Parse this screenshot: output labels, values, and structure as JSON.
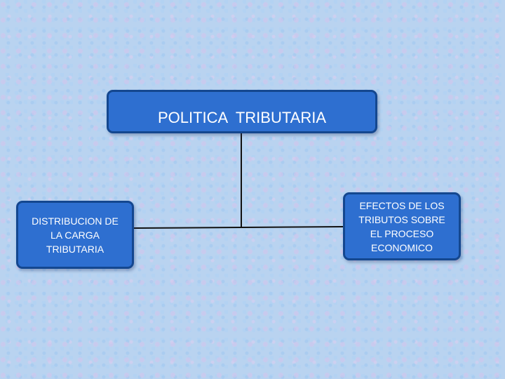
{
  "diagram": {
    "nodes": {
      "top": {
        "text": "POLITICA  TRIBUTARIA"
      },
      "left": {
        "text": "DISTRIBUCION  DE\nLA CARGA\nTRIBUTARIA"
      },
      "right": {
        "text": "EFECTOS DE LOS\nTRIBUTOS SOBRE\nEL PROCESO\nECONOMICO"
      }
    },
    "edges": [
      {
        "from": "top",
        "to": "left"
      },
      {
        "from": "top",
        "to": "right"
      }
    ]
  },
  "colors": {
    "node_fill": "#2e6fd0",
    "node_border": "#14478f",
    "node_text": "#ffffff",
    "connector": "#111111",
    "background": "#b9d3f0"
  }
}
